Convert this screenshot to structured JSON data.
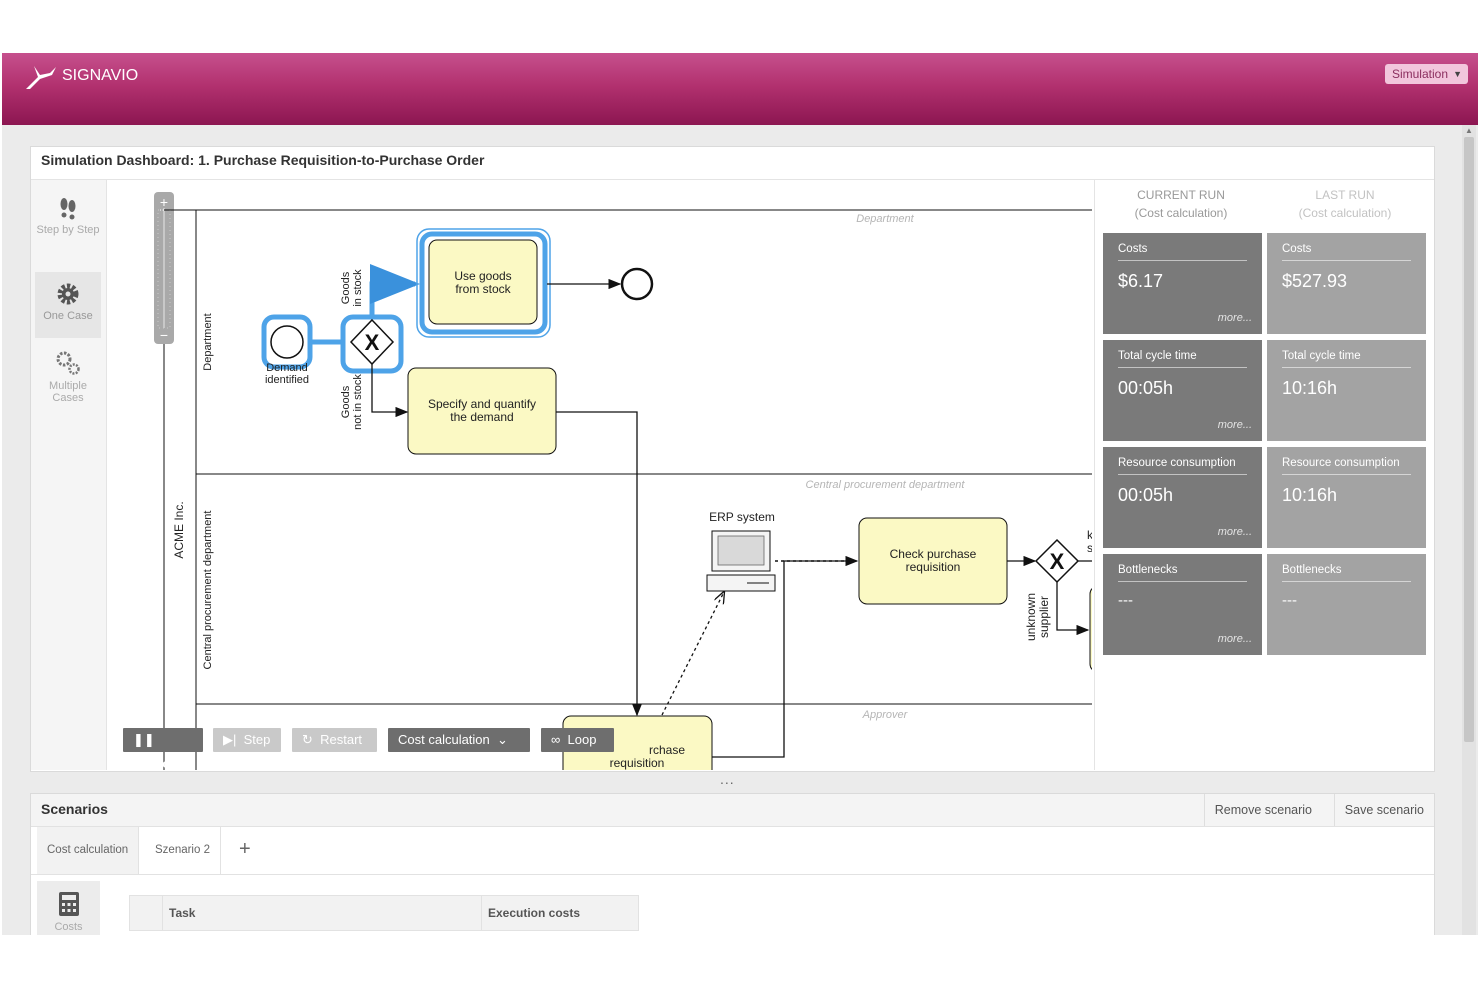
{
  "header": {
    "brand": "SIGNAVIO",
    "mode_select": "Simulation"
  },
  "dashboard": {
    "title": "Simulation Dashboard: 1. Purchase Requisition-to-Purchase Order",
    "modes": [
      {
        "label": "Step by Step",
        "icon": "footsteps-icon"
      },
      {
        "label": "One Case",
        "icon": "gear-icon"
      },
      {
        "label": "Multiple Cases",
        "icon": "gears-icon"
      }
    ],
    "controls": {
      "pause": "Pause",
      "step": "Step",
      "restart": "Restart",
      "calculation": "Cost calculation",
      "loop": "Loop"
    }
  },
  "diagram": {
    "pool": "ACME Inc.",
    "lanes": {
      "department": "Department",
      "department_watermark": "Department",
      "central": "Central procurement department",
      "central_watermark": "Central procurement department",
      "approver_watermark": "Approver"
    },
    "start_event": [
      "Demand",
      "identified"
    ],
    "flow_in_stock": [
      "Goods",
      "in stock"
    ],
    "flow_not_in_stock": [
      "Goods",
      "not in stock"
    ],
    "task_use_goods": [
      "Use goods",
      "from stock"
    ],
    "task_specify": [
      "Specify and quantify",
      "the demand"
    ],
    "task_check": [
      "Check purchase",
      "requisition"
    ],
    "task_purchase": [
      "rchase",
      "requisition"
    ],
    "erp": "ERP system",
    "flow_unknown_supplier": [
      "unknown",
      "supplier"
    ],
    "flow_known_supplier": [
      "know",
      "supp"
    ]
  },
  "metrics": {
    "current_head": [
      "CURRENT RUN",
      "(Cost calculation)"
    ],
    "last_head": [
      "LAST RUN",
      "(Cost calculation)"
    ],
    "more": "more...",
    "cards": [
      {
        "label": "Costs",
        "current": "$6.17",
        "last": "$527.93"
      },
      {
        "label": "Total cycle time",
        "current": "00:05h",
        "last": "10:16h"
      },
      {
        "label": "Resource consumption",
        "current": "00:05h",
        "last": "10:16h"
      },
      {
        "label": "Bottlenecks",
        "current": "---",
        "last": "---"
      }
    ]
  },
  "splitter": "...",
  "scenarios": {
    "title": "Scenarios",
    "remove": "Remove scenario",
    "save": "Save scenario",
    "tabs": [
      "Cost calculation",
      "Szenario 2"
    ],
    "add": "+",
    "side_label": "Costs",
    "table_headers": [
      "Task",
      "Execution costs"
    ]
  },
  "colors": {
    "brand": "#b2316f",
    "highlight": "#4ea3e8",
    "task_fill": "#fbf9c4",
    "card_current": "#7a7a7a",
    "card_last": "#a3a3a3"
  }
}
